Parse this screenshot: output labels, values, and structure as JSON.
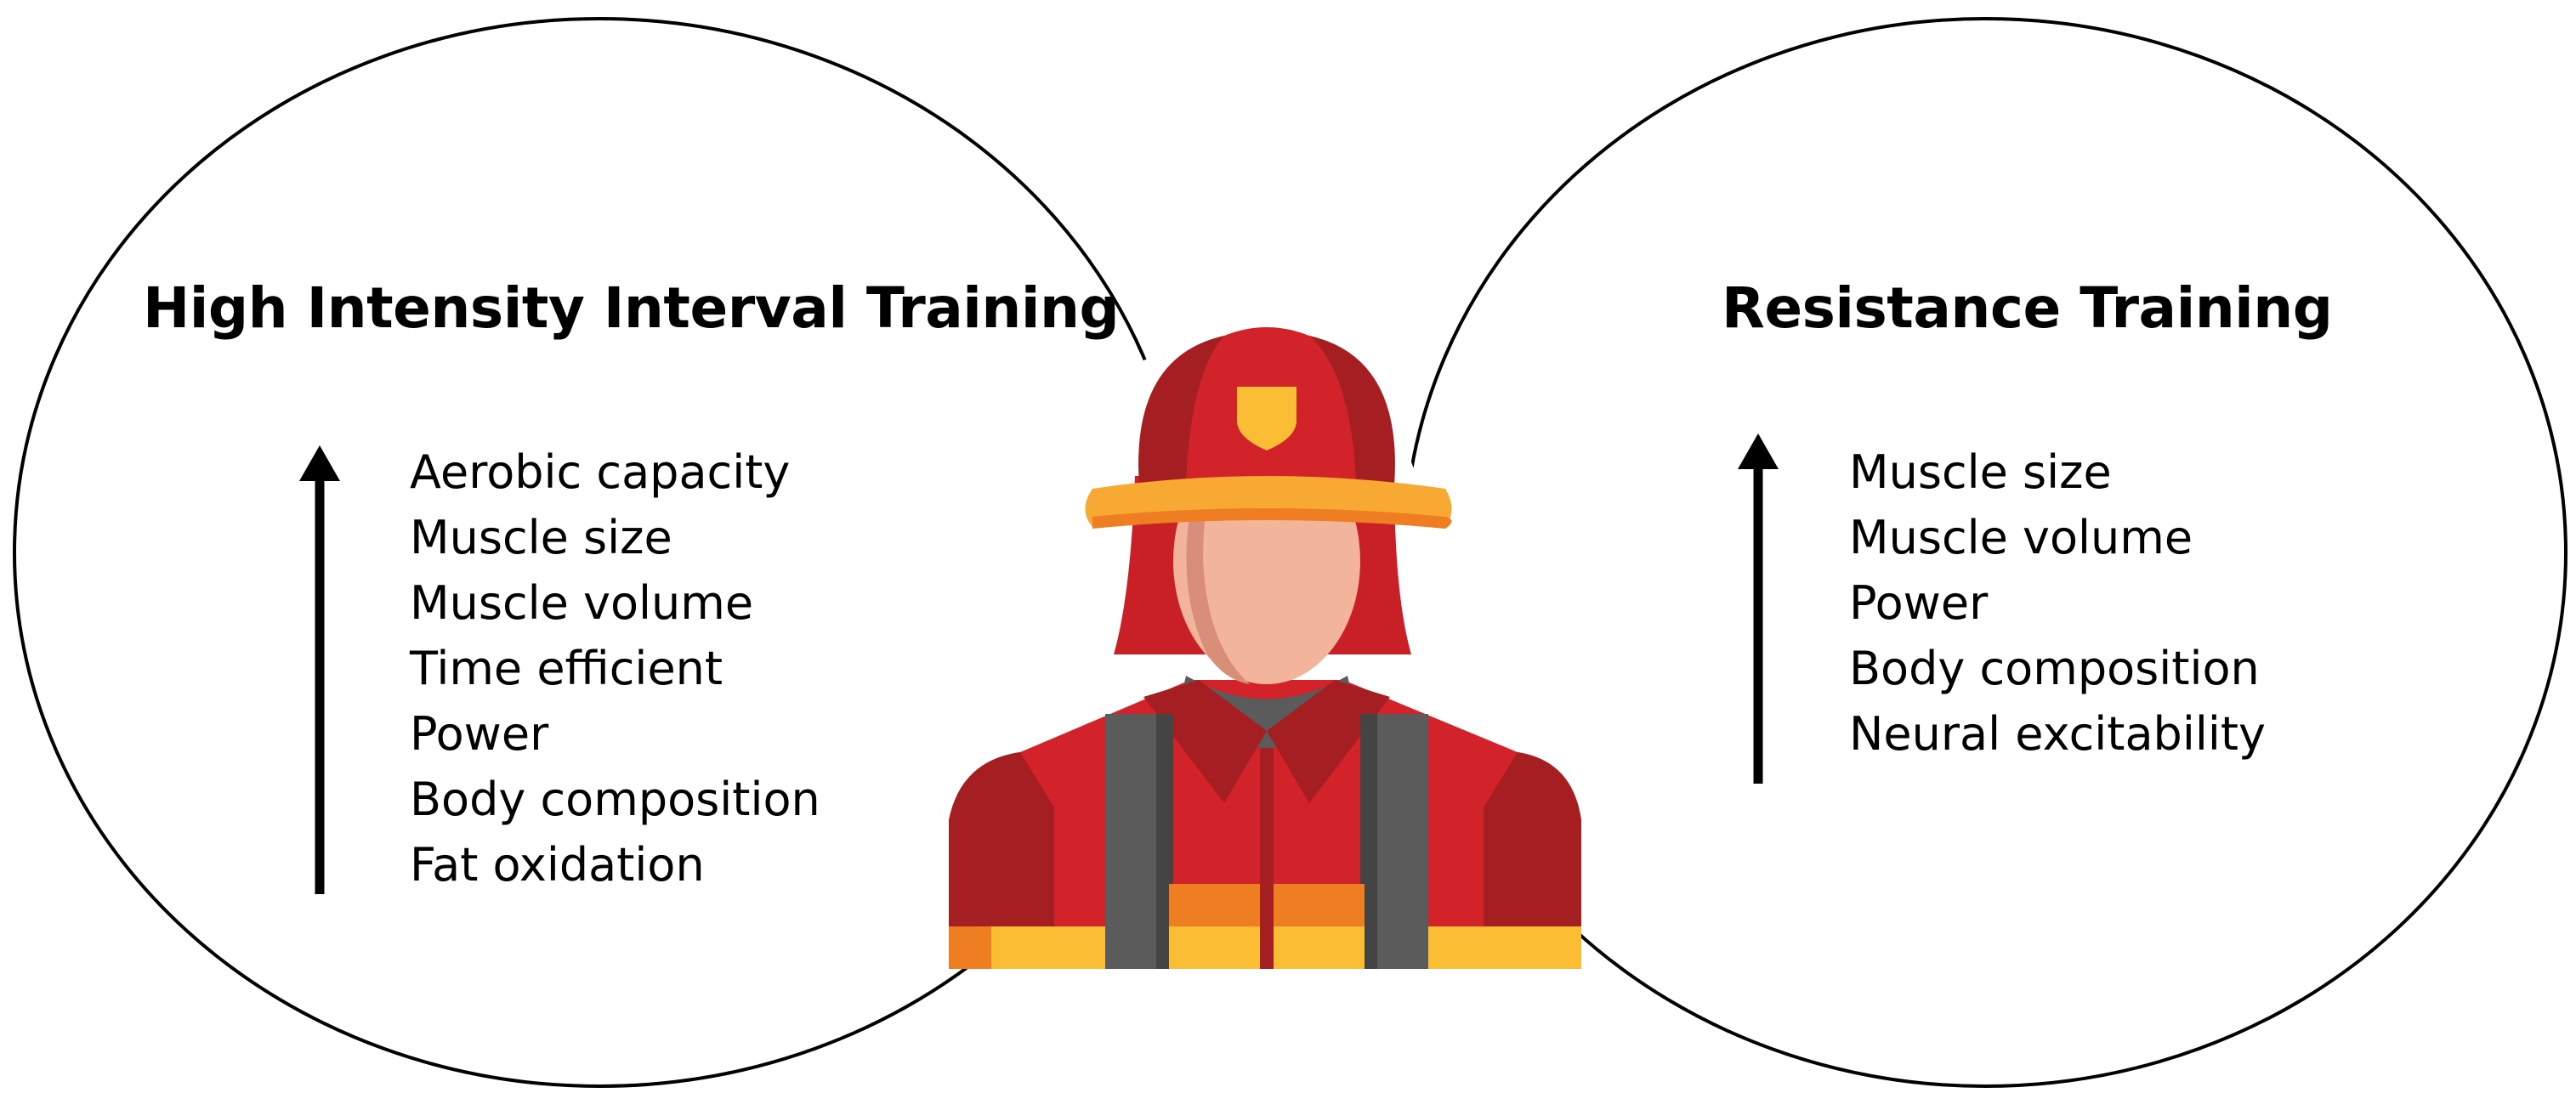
{
  "left_panel": {
    "title": "High Intensity Interval Training",
    "items": [
      "Aerobic capacity",
      "Muscle size",
      "Muscle volume",
      "Time efficient",
      "Power",
      "Body composition",
      "Fat oxidation"
    ]
  },
  "right_panel": {
    "title": "Resistance Training",
    "items": [
      "Muscle size",
      "Muscle volume",
      "Power",
      "Body composition",
      "Neural excitability"
    ]
  },
  "center_figure": {
    "icon": "firefighter-icon"
  },
  "colors": {
    "outline": "#000000",
    "helmet_red": "#d3232a",
    "helmet_dark_red": "#a51e22",
    "helmet_brim": "#f7a934",
    "helmet_brim_shadow": "#ef7d22",
    "badge": "#fbbd33",
    "face": "#f2b49a",
    "face_shadow": "#d98e7a",
    "strap_gray": "#5b5b5b",
    "stripe_yellow": "#fbbd33",
    "stripe_orange": "#ef7d22"
  }
}
